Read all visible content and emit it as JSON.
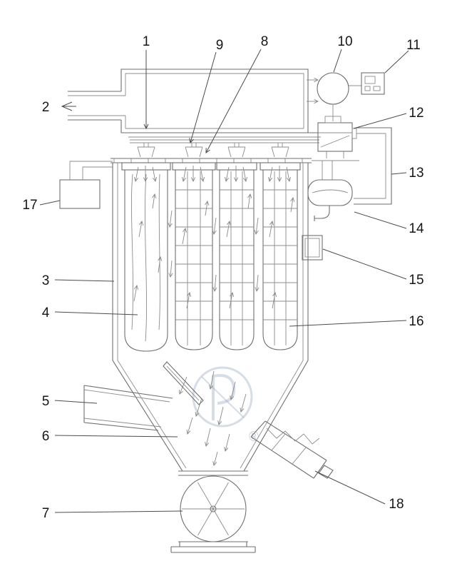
{
  "figure": {
    "type": "schematic-line-drawing",
    "line_color": "#6f6f6f",
    "label_color": "#161616",
    "watermark": {
      "symbol": "®",
      "color": "#96aac3"
    },
    "callouts": [
      {
        "num": "1"
      },
      {
        "num": "2"
      },
      {
        "num": "3"
      },
      {
        "num": "4"
      },
      {
        "num": "5"
      },
      {
        "num": "6"
      },
      {
        "num": "7"
      },
      {
        "num": "8"
      },
      {
        "num": "9"
      },
      {
        "num": "10"
      },
      {
        "num": "11"
      },
      {
        "num": "12"
      },
      {
        "num": "13"
      },
      {
        "num": "14"
      },
      {
        "num": "15"
      },
      {
        "num": "16"
      },
      {
        "num": "17"
      },
      {
        "num": "18"
      }
    ]
  }
}
